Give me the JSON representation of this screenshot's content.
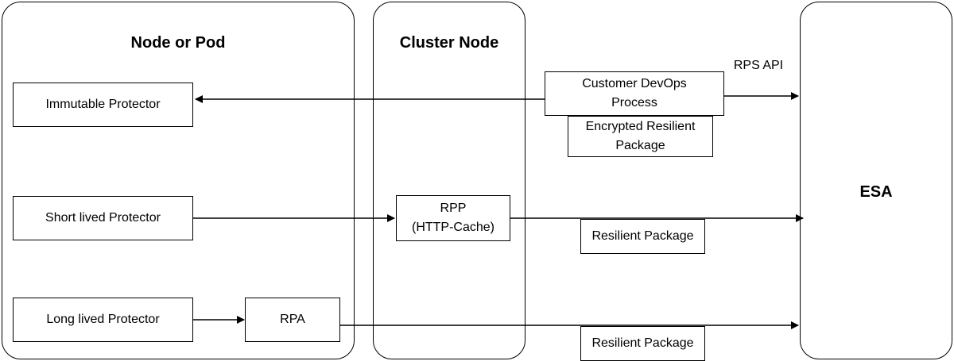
{
  "zones": {
    "node_or_pod": "Node or Pod",
    "cluster_node": "Cluster Node",
    "esa": "ESA"
  },
  "boxes": {
    "immutable_protector": "Immutable Protector",
    "short_lived_protector": "Short lived Protector",
    "long_lived_protector": "Long lived Protector",
    "rpa": "RPA",
    "rpp_line1": "RPP",
    "rpp_line2": "(HTTP-Cache)",
    "customer_devops_line1": "Customer DevOps",
    "customer_devops_line2": "Process",
    "encrypted_package_line1": "Encrypted Resilient",
    "encrypted_package_line2": "Package",
    "resilient_package_1": "Resilient Package",
    "resilient_package_2": "Resilient Package"
  },
  "labels": {
    "rps_api": "RPS API"
  }
}
